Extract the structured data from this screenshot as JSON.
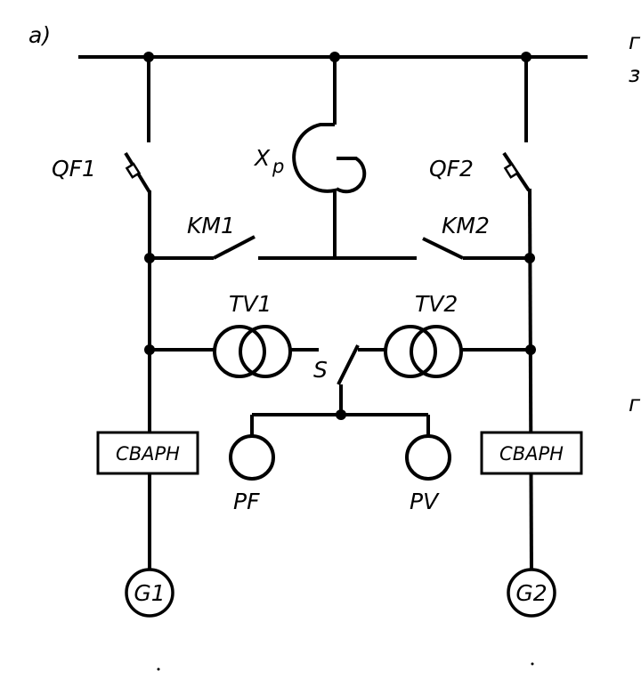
{
  "panel_label": "а)",
  "labels": {
    "qf1": "QF1",
    "qf2": "QF2",
    "reactor": "X",
    "reactor_sub": "р",
    "km1": "KM1",
    "km2": "KM2",
    "tv1": "TV1",
    "tv2": "TV2",
    "switch_s": "S",
    "pf": "PF",
    "pv": "PV",
    "block_left": "СВАРН",
    "block_right": "СВАРН",
    "gen1": "G1",
    "gen2": "G2"
  },
  "margin_fragments": [
    "г",
    "з",
    "г"
  ]
}
